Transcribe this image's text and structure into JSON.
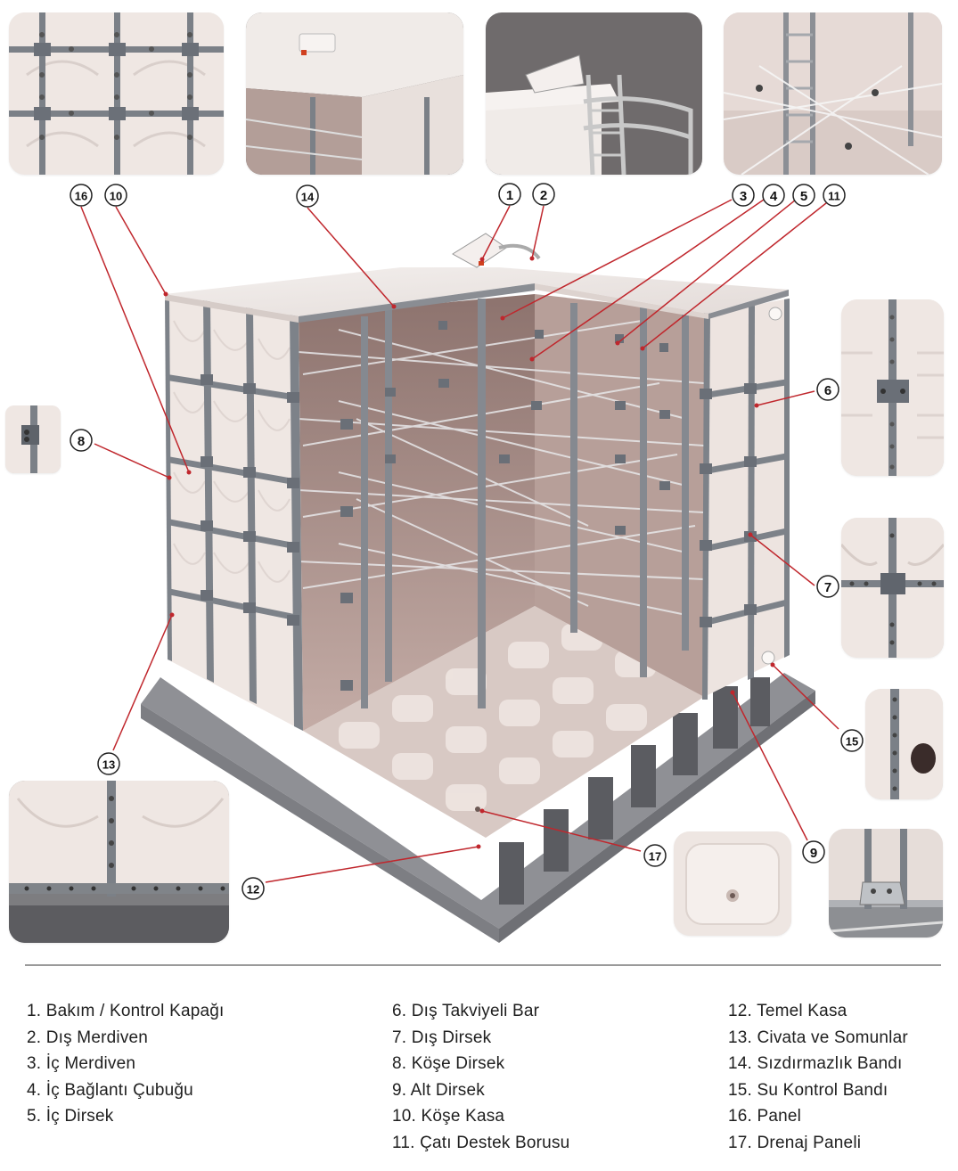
{
  "callouts": {
    "c1": "1",
    "c2": "2",
    "c3": "3",
    "c4": "4",
    "c5": "5",
    "c6": "6",
    "c7": "7",
    "c8": "8",
    "c9": "9",
    "c10": "10",
    "c11": "11",
    "c12": "12",
    "c13": "13",
    "c14": "14",
    "c15": "15",
    "c16": "16",
    "c17": "17"
  },
  "legend": {
    "col1": [
      "1. Bakım / Kontrol Kapağı",
      "2. Dış Merdiven",
      "3. İç Merdiven",
      "4. İç Bağlantı Çubuğu",
      "5. İç Dirsek"
    ],
    "col2": [
      "6. Dış Takviyeli Bar",
      "7. Dış Dirsek",
      "8. Köşe Dirsek",
      "9. Alt Dirsek",
      "10. Köşe Kasa",
      "11. Çatı Destek Borusu"
    ],
    "col3": [
      "12. Temel Kasa",
      "13. Civata ve Somunlar",
      "14. Sızdırmazlık Bandı",
      "15. Su Kontrol Bandı",
      "16. Panel",
      "17. Drenaj Paneli"
    ]
  },
  "colors": {
    "leader": "#c0272d",
    "panel": "#efe6e2",
    "interior": "#a58c86",
    "frame": "#7d8289",
    "base": "#8f9095"
  }
}
